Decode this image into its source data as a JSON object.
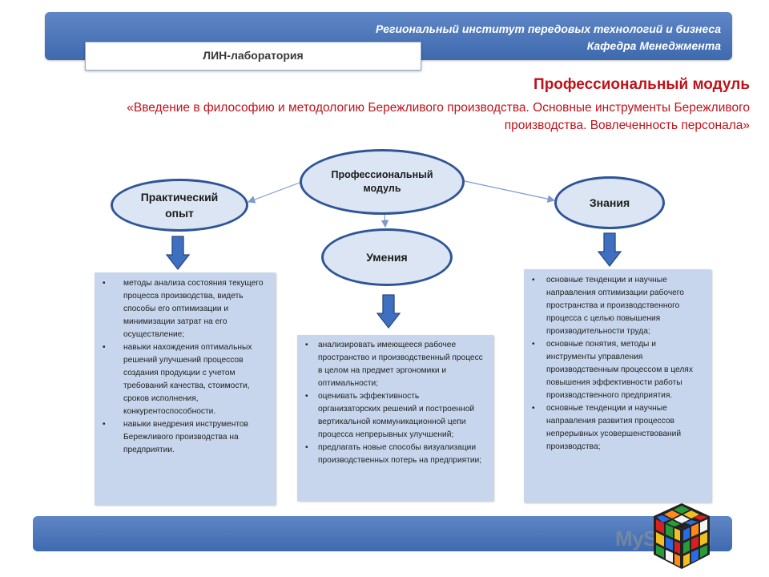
{
  "header": {
    "institute": "Региональный институт передовых технологий и бизнеса",
    "department": "Кафедра Менеджмента",
    "lab": "ЛИН-лаборатория"
  },
  "module": {
    "title": "Профессиональный модуль",
    "subtitle": "«Введение в философию  и методологию Бережливого производства. Основные инструменты Бережливого производства. Вовлеченность персонала»"
  },
  "diagram": {
    "center_label": "Профессиональный модуль",
    "left_label": "Практический опыт",
    "middle_label": "Умения",
    "right_label": "Знания"
  },
  "panels": {
    "left": [
      "методы анализа состояния текущего процесса производства, видеть способы его оптимизации и минимизации затрат на его осуществление;",
      "навыки нахождения оптимальных решений улучшений процессов создания продукции с учетом требований качества, стоимости, сроков исполнения, конкурентоспособности.",
      "навыки внедрения инструментов Бережливого производства на предприятии."
    ],
    "middle": [
      "анализировать имеющееся рабочее пространство и производственный процесс в целом на предмет эргономики и оптимальности;",
      "оценивать эффективность организаторских решений и построенной вертикальной коммуникационной цепи процесса непрерывных улучшений;",
      "предлагать новые способы визуализации производственных потерь на предприятии;"
    ],
    "right": [
      "основные тенденции и научные направления оптимизации рабочего пространства и производственного процесса с целью повышения производительности труда;",
      "основные понятия, методы и инструменты управления производственным процессом в целях повышения эффективности работы производственного предприятия.",
      "основные тенденции и научные направления развития процессов непрерывных усовершенствований производства;"
    ]
  },
  "watermark": "MyShared",
  "colors": {
    "band": "#4a74b8",
    "title_red": "#c0121a",
    "ellipse_border": "#2e5596",
    "ellipse_fill": "#dbe5f3",
    "panel_fill": "#c7d6ec",
    "arrow_fill": "#3f6fc0"
  },
  "icons": [
    "down-arrow-icon",
    "rubiks-cube-icon"
  ]
}
